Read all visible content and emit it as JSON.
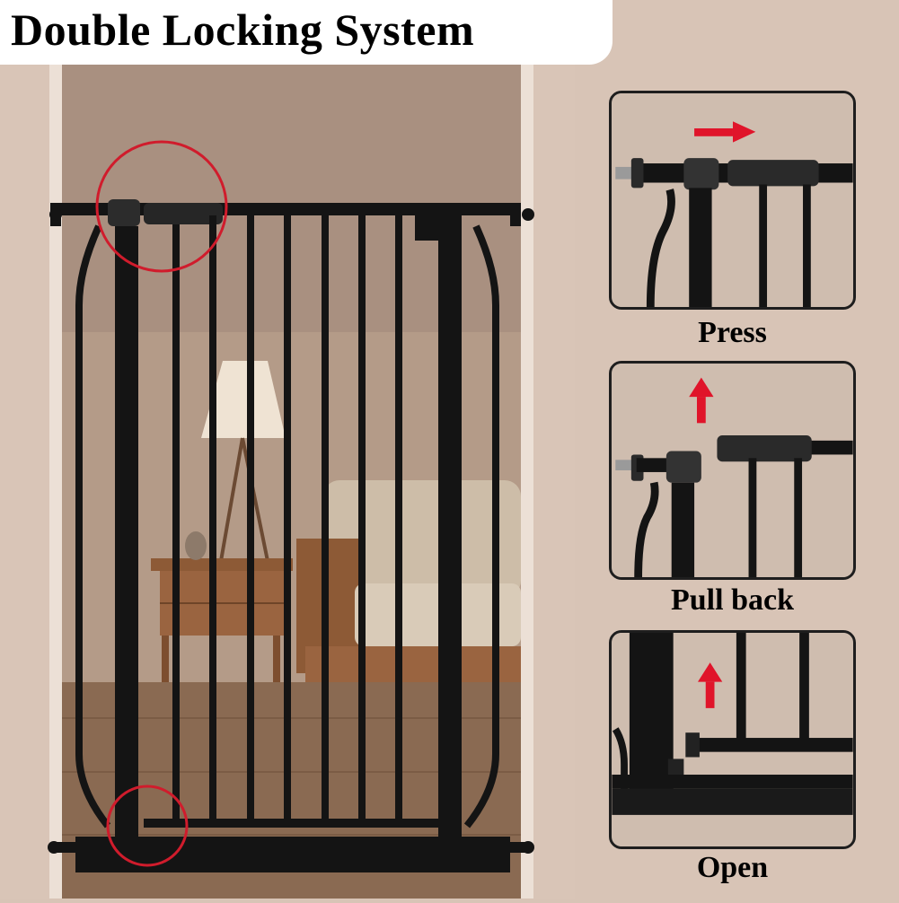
{
  "title": "Double Locking System",
  "steps": [
    {
      "label": "Press",
      "arrow": "arrow-right-icon"
    },
    {
      "label": "Pull back",
      "arrow": "arrow-up-icon"
    },
    {
      "label": "Open",
      "arrow": "arrow-up-icon"
    }
  ],
  "colors": {
    "background": "#d8c4b6",
    "gate": "#141414",
    "highlight": "#d01c2c",
    "arrow": "#e0142a"
  }
}
